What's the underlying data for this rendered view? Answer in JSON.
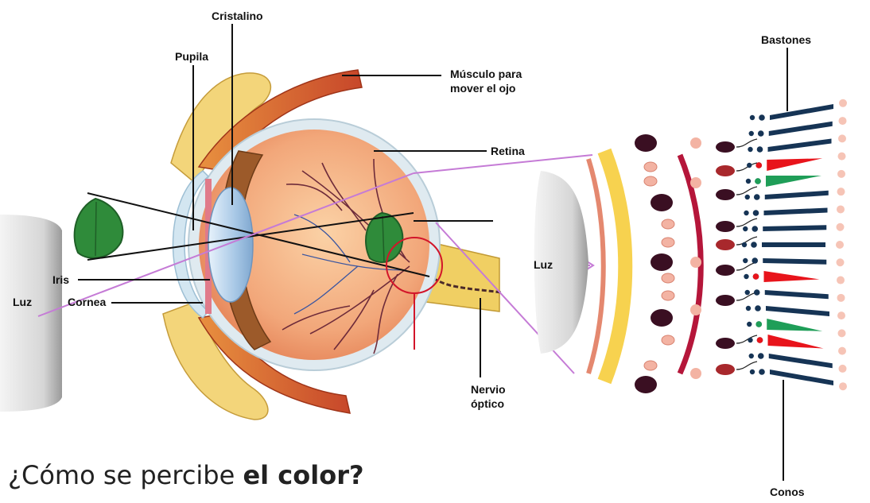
{
  "labels": {
    "cristalino": "Cristalino",
    "pupila": "Pupila",
    "musculo_line1": "Músculo para",
    "musculo_line2": "mover el ojo",
    "retina": "Retina",
    "iris": "Iris",
    "luz_left": "Luz",
    "cornea": "Cornea",
    "nervio_line1": "Nervio",
    "nervio_line2": "óptico",
    "luz_right": "Luz",
    "bastones": "Bastones",
    "conos": "Conos"
  },
  "question": {
    "prefix": "¿Cómo se percibe ",
    "bold": "el color?"
  },
  "colors": {
    "cone_red": "#e8141b",
    "cone_green": "#1f9e58",
    "rod_navy": "#163455",
    "leaf_green": "#2f8b3a",
    "pointer_purple": "#c57bd6",
    "sclera_yellow": "#f5dc79",
    "retina_red": "#b5163a"
  }
}
